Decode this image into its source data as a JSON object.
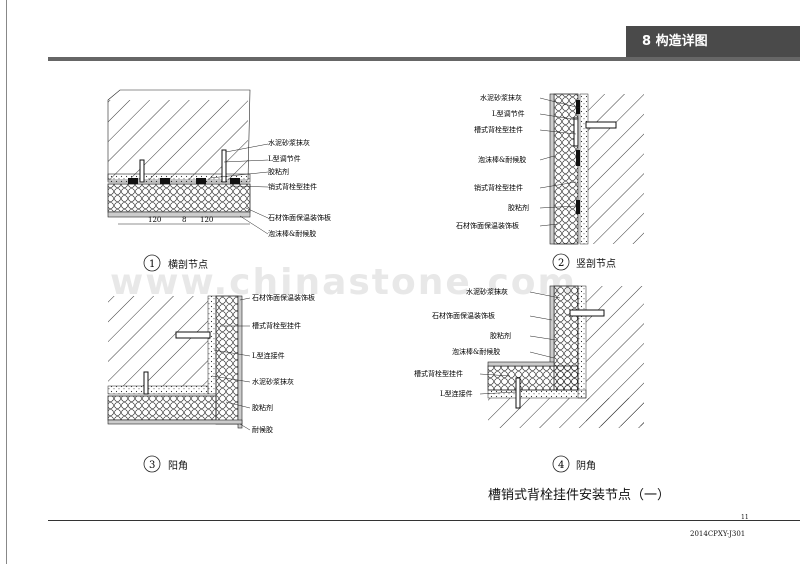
{
  "header": {
    "section": "8 构造详图"
  },
  "watermark": "www.chinastone.com",
  "detail1": {
    "labels": [
      "水泥砂浆抹灰",
      "L型调节件",
      "胶粘剂",
      "销式背栓型挂件",
      "石材饰面保温装饰板",
      "泡沫棒&耐候胶"
    ],
    "dims": [
      "120",
      "8",
      "120"
    ],
    "caption_num": "1",
    "caption": "横剖节点"
  },
  "detail2": {
    "labels": [
      "水泥砂浆抹灰",
      "L型调节件",
      "槽式背栓型挂件",
      "泡沫棒&耐候胶",
      "销式背栓型挂件",
      "胶粘剂",
      "石材饰面保温装饰板"
    ],
    "caption_num": "2",
    "caption": "竖剖节点"
  },
  "detail3": {
    "labels": [
      "石材饰面保温装饰板",
      "槽式背栓型挂件",
      "L型连接件",
      "水泥砂浆抹灰",
      "胶粘剂",
      "耐候胶"
    ],
    "caption_num": "3",
    "caption": "阳角"
  },
  "detail4": {
    "labels": [
      "水泥砂浆抹灰",
      "石材饰面保温装饰板",
      "胶粘剂",
      "泡沫棒&耐候胶",
      "槽式背栓型挂件",
      "L型连接件"
    ],
    "caption_num": "4",
    "caption": "阴角"
  },
  "title": "槽销式背栓挂件安装节点（一）",
  "footer": {
    "page": "11",
    "code": "2014CPXY-J301"
  }
}
